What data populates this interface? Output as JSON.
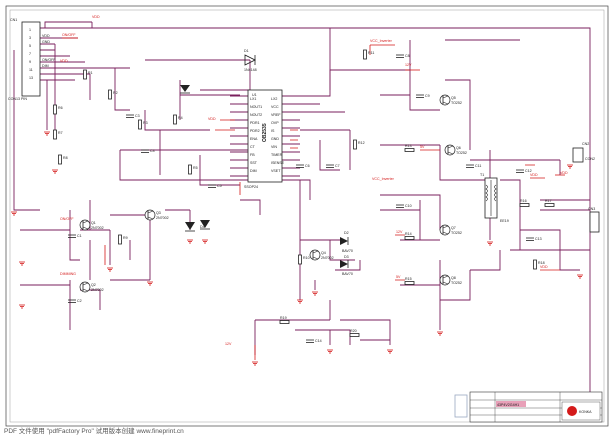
{
  "schematic": {
    "ic_main": {
      "name": "OB2535",
      "part": "SSOP24"
    },
    "connectors": [
      {
        "ref": "CN1",
        "part": "CON13 PIN"
      },
      {
        "ref": "CN2",
        "part": "CON2"
      },
      {
        "ref": "CN3",
        "part": "CON3"
      }
    ],
    "net_labels": [
      "VDD",
      "VCC_Inverter",
      "12V",
      "5V",
      "ON/OFF",
      "DIMMING",
      "GND"
    ],
    "transistors": [
      {
        "ref": "Q1",
        "part": "2N7002"
      },
      {
        "ref": "Q2",
        "part": "2N7002"
      },
      {
        "ref": "Q3",
        "part": "2N7002"
      },
      {
        "ref": "Q4",
        "part": "2N7002"
      },
      {
        "ref": "Q5",
        "part": "TO252"
      },
      {
        "ref": "Q6",
        "part": "TO252"
      },
      {
        "ref": "Q7",
        "part": "TO252"
      },
      {
        "ref": "Q8",
        "part": "TO252"
      }
    ],
    "transformer": {
      "ref": "T1",
      "part": "EE19"
    },
    "diodes": [
      {
        "ref": "D1",
        "part": "1N4148"
      },
      {
        "ref": "D2",
        "part": "BAV70"
      },
      {
        "ref": "D3",
        "part": "BAV70"
      }
    ],
    "resistors": [
      "R1",
      "R2",
      "R3",
      "R4",
      "R5",
      "R6",
      "R7",
      "R8",
      "R9",
      "R10",
      "R11",
      "R12",
      "R13",
      "R14",
      "R15",
      "R16",
      "R17",
      "R18",
      "R19",
      "R20"
    ],
    "capacitors": [
      "C1",
      "C2",
      "C3",
      "C4",
      "C5",
      "C6",
      "C7",
      "C8",
      "C9",
      "C10",
      "C11",
      "C12",
      "C13",
      "C14"
    ],
    "title_block": {
      "part_no": "43P4V2G4H1",
      "company": "KONKA"
    }
  },
  "footer": {
    "text": "PDF 文件使用 \"pdfFactory Pro\" 试用版本创建 www.fineprint.cn"
  }
}
